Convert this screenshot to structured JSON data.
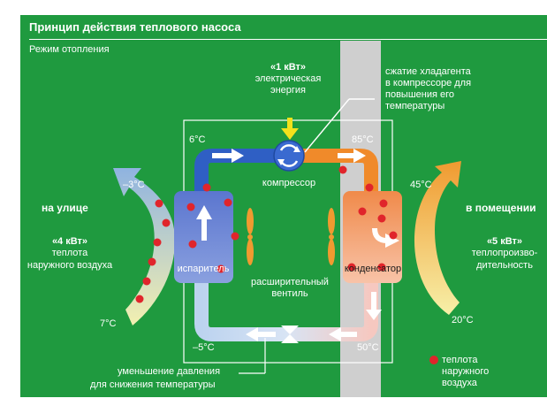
{
  "title": "Принцип действия теплового насоса",
  "mode": "Режим отопления",
  "outside": {
    "heading": "на улице",
    "power": "«4 кВт»",
    "desc_line1": "теплота",
    "desc_line2": "наружного воздуха",
    "temp_out": "–3°C",
    "temp_in": "7°C"
  },
  "inside": {
    "heading": "в помещении",
    "power": "«5 кВт»",
    "desc_line1": "теплопроизво-",
    "desc_line2": "дительность",
    "temp_out": "45°C",
    "temp_in": "20°C"
  },
  "energy": {
    "power": "«1 кВт»",
    "line1": "электрическая",
    "line2": "энергия"
  },
  "compression_note": {
    "line1": "сжатие хладагента",
    "line2": "в компрессоре для",
    "line3": "повышения его",
    "line4": "температуры"
  },
  "pressure_note": {
    "line1": "уменьшение давления",
    "line2": "для снижения температуры"
  },
  "circuit": {
    "t_top_left": "6°C",
    "t_top_right": "85°C",
    "t_bottom_left": "–5°C",
    "t_bottom_right": "50°C",
    "compressor": "компрессор",
    "evaporator": "испаритель",
    "condenser": "конденсатор",
    "valve_line1": "расширительный",
    "valve_line2": "вентиль"
  },
  "legend": {
    "line1": "теплота",
    "line2": "наружного",
    "line3": "воздуха"
  },
  "colors": {
    "background": "#1f9a3f",
    "wall": "#cfcfcf",
    "cold_pipe": "#2f5fc4",
    "hot_pipe": "#f08a2a",
    "evaporator": "#6f86d4",
    "condenser": "#f5a982",
    "heat_dot": "#e0252b",
    "energy_arrow": "#f2e11c"
  }
}
